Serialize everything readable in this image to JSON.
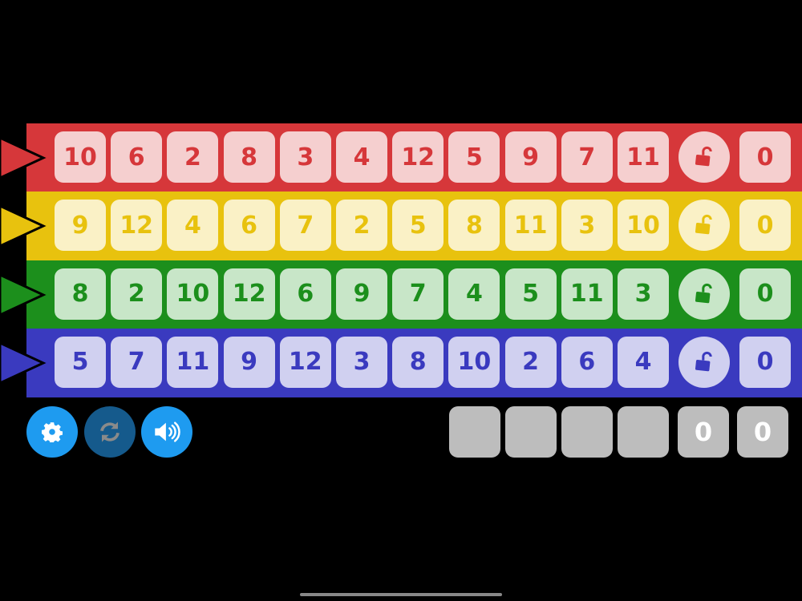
{
  "rows": [
    {
      "color": "red",
      "bg": "#d6373a",
      "light": "#f5cfcf",
      "fg": "#d6373a",
      "numbers": [
        "10",
        "6",
        "2",
        "8",
        "3",
        "4",
        "12",
        "5",
        "9",
        "7",
        "11"
      ],
      "lock": "unlock-icon",
      "score": "0"
    },
    {
      "color": "yellow",
      "bg": "#e8c20e",
      "light": "#faf1c6",
      "fg": "#e8c20e",
      "numbers": [
        "9",
        "12",
        "4",
        "6",
        "7",
        "2",
        "5",
        "8",
        "11",
        "3",
        "10"
      ],
      "lock": "unlock-icon",
      "score": "0"
    },
    {
      "color": "green",
      "bg": "#1c8f1c",
      "light": "#c8e6c8",
      "fg": "#1c8f1c",
      "numbers": [
        "8",
        "2",
        "10",
        "12",
        "6",
        "9",
        "7",
        "4",
        "5",
        "11",
        "3"
      ],
      "lock": "unlock-icon",
      "score": "0"
    },
    {
      "color": "blue",
      "bg": "#3a3abf",
      "light": "#d0d0f0",
      "fg": "#3a3abf",
      "numbers": [
        "5",
        "7",
        "11",
        "9",
        "12",
        "3",
        "8",
        "10",
        "2",
        "6",
        "4"
      ],
      "lock": "unlock-icon",
      "score": "0"
    }
  ],
  "controls": {
    "settings": "gear-icon",
    "restart": "refresh-icon",
    "sound": "speaker-icon",
    "accent": "#1e9bf0",
    "disabled": "#155a8c"
  },
  "penalties": [
    "",
    "",
    "",
    ""
  ],
  "penalty_score": "0",
  "total_score": "0"
}
